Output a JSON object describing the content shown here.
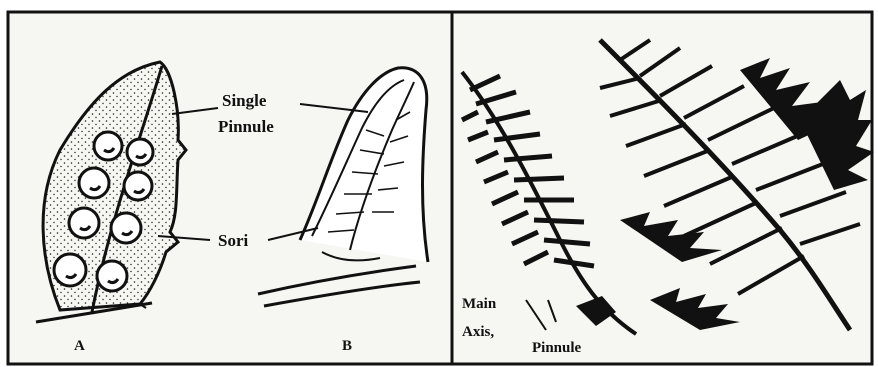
{
  "labels": {
    "single_pinnule_line1": "Single",
    "single_pinnule_line2": "Pinnule",
    "sori": "Sori",
    "panel_a": "A",
    "panel_b": "B",
    "main_axis_line1": "Main",
    "main_axis_line2": "Axis,",
    "pinnule": "Pinnule"
  },
  "colors": {
    "ink": "#111111",
    "paper": "#ffffff",
    "panel_bg": "#f6f6f2"
  }
}
